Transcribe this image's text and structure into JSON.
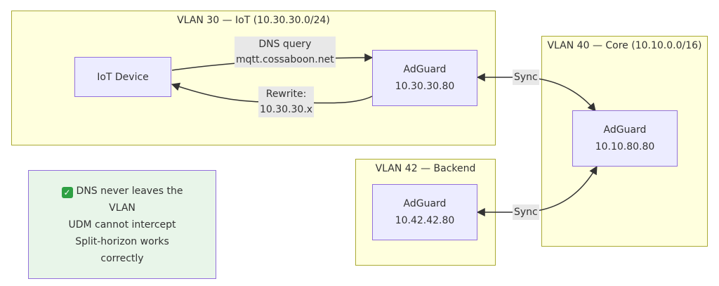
{
  "clusters": {
    "vlan30": {
      "title": "VLAN 30 — IoT (10.30.30.0/24)"
    },
    "vlan40": {
      "title": "VLAN 40 — Core (10.10.0.0/16)"
    },
    "vlan42": {
      "title": "VLAN 42 — Backend"
    }
  },
  "nodes": {
    "iot_device": {
      "label": "IoT Device"
    },
    "adguard_30": {
      "name": "AdGuard",
      "ip": "10.30.30.80"
    },
    "adguard_40": {
      "name": "AdGuard",
      "ip": "10.10.80.80"
    },
    "adguard_42": {
      "name": "AdGuard",
      "ip": "10.42.42.80"
    }
  },
  "edges": {
    "dns_query": {
      "line1": "DNS query",
      "line2": "mqtt.cossaboon.net"
    },
    "rewrite": {
      "line1": "Rewrite:",
      "line2": "10.30.30.x"
    },
    "sync_30": {
      "label": "Sync"
    },
    "sync_42": {
      "label": "Sync"
    }
  },
  "note": {
    "line1": "DNS never leaves the",
    "line2": "VLAN",
    "line3": "UDM cannot intercept",
    "line4": "Split-horizon works",
    "line5": "correctly"
  },
  "colors": {
    "cluster_fill": "#ffffde",
    "cluster_border": "#aaaa33",
    "node_fill": "#ececff",
    "node_border": "#9370db",
    "note_fill": "#e8f5e9",
    "edge_label_bg": "#e8e8e8",
    "edge_stroke": "#333333"
  }
}
